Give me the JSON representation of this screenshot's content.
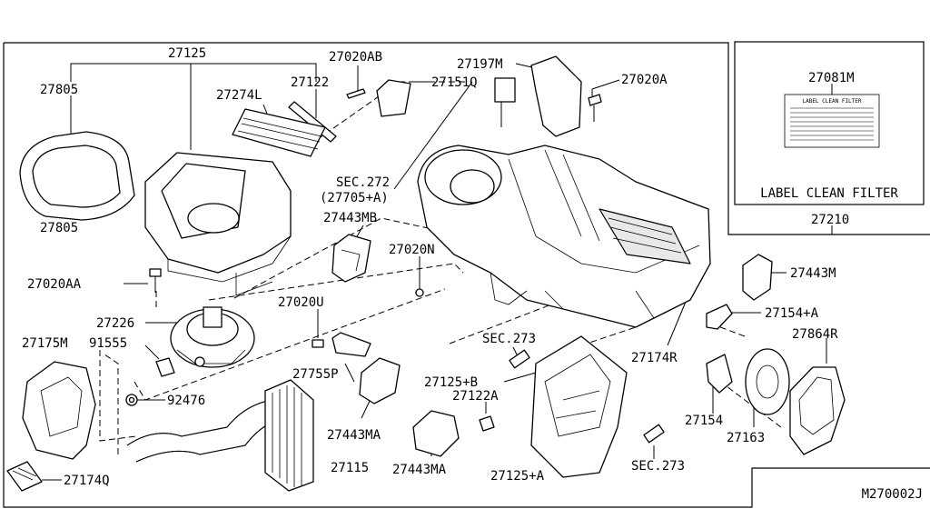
{
  "diagram_id": "M270002J",
  "inset": {
    "part_number": "27081M",
    "label_text": "LABEL CLEAN FILTER",
    "caption": "LABEL CLEAN FILTER"
  },
  "assembly_number": "27210",
  "callouts": [
    {
      "id": "c27125",
      "text": "27125"
    },
    {
      "id": "c27805a",
      "text": "27805"
    },
    {
      "id": "c27805b",
      "text": "27805"
    },
    {
      "id": "c27122",
      "text": "27122"
    },
    {
      "id": "c27274l",
      "text": "27274L"
    },
    {
      "id": "c27020ab",
      "text": "27020AB"
    },
    {
      "id": "c27151q",
      "text": "27151Q"
    },
    {
      "id": "c27197m",
      "text": "27197M"
    },
    {
      "id": "c27020a",
      "text": "27020A"
    },
    {
      "id": "csec272",
      "text": "SEC.272"
    },
    {
      "id": "c27705a",
      "text": "(27705+A)"
    },
    {
      "id": "c27443mb",
      "text": "27443MB"
    },
    {
      "id": "c27020n",
      "text": "27020N"
    },
    {
      "id": "c27020aa",
      "text": "27020AA"
    },
    {
      "id": "c27020u",
      "text": "27020U"
    },
    {
      "id": "c27226",
      "text": "27226"
    },
    {
      "id": "c27175m",
      "text": "27175M"
    },
    {
      "id": "c91555",
      "text": "91555"
    },
    {
      "id": "c92476",
      "text": "92476"
    },
    {
      "id": "c27755p",
      "text": "27755P"
    },
    {
      "id": "c27443ma1",
      "text": "27443MA"
    },
    {
      "id": "c27443ma2",
      "text": "27443MA"
    },
    {
      "id": "c27115",
      "text": "27115"
    },
    {
      "id": "c27174q",
      "text": "27174Q"
    },
    {
      "id": "csec273a",
      "text": "SEC.273"
    },
    {
      "id": "c27125b",
      "text": "27125+B"
    },
    {
      "id": "c27122a",
      "text": "27122A"
    },
    {
      "id": "c27125a",
      "text": "27125+A"
    },
    {
      "id": "csec273b",
      "text": "SEC.273"
    },
    {
      "id": "c27174r",
      "text": "27174R"
    },
    {
      "id": "c27443m",
      "text": "27443M"
    },
    {
      "id": "c27154a",
      "text": "27154+A"
    },
    {
      "id": "c27864r",
      "text": "27864R"
    },
    {
      "id": "c27154",
      "text": "27154"
    },
    {
      "id": "c27163",
      "text": "27163"
    }
  ]
}
